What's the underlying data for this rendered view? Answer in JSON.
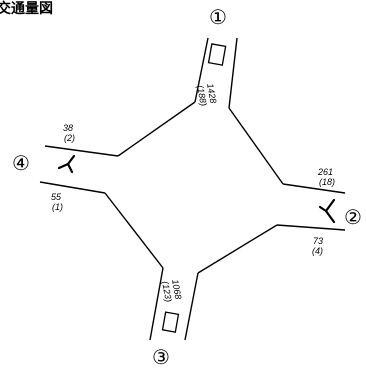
{
  "title": "交通量図",
  "approaches": [
    {
      "id": "north",
      "marker": "①",
      "volume": "1428",
      "sub": "(188)"
    },
    {
      "id": "east",
      "marker": "②",
      "volume_in": "261",
      "sub_in": "(18)",
      "volume_out": "73",
      "sub_out": "(4)"
    },
    {
      "id": "south",
      "marker": "③",
      "volume": "1068",
      "sub": "(123)"
    },
    {
      "id": "west",
      "marker": "④",
      "volume_in": "38",
      "sub_in": "(2)",
      "volume_out": "55",
      "sub_out": "(1)"
    }
  ]
}
